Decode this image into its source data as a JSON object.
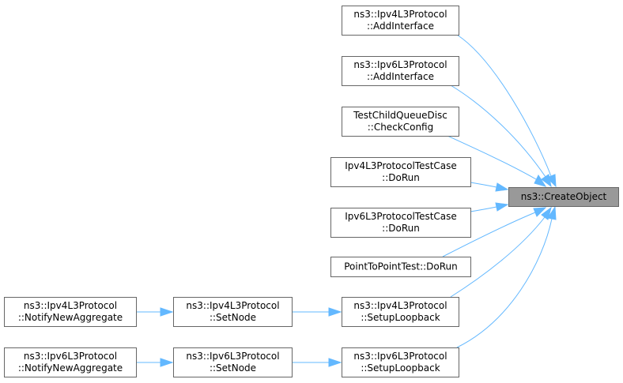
{
  "nodes": [
    {
      "id": "ipv4_addinterface",
      "lines": [
        "ns3::Ipv4L3Protocol",
        "::AddInterface"
      ]
    },
    {
      "id": "ipv6_addinterface",
      "lines": [
        "ns3::Ipv6L3Protocol",
        "::AddInterface"
      ]
    },
    {
      "id": "testchild_checkconfig",
      "lines": [
        "TestChildQueueDisc",
        "::CheckConfig"
      ]
    },
    {
      "id": "ipv4test_dorun",
      "lines": [
        "Ipv4L3ProtocolTestCase",
        "::DoRun"
      ]
    },
    {
      "id": "ipv6test_dorun",
      "lines": [
        "Ipv6L3ProtocolTestCase",
        "::DoRun"
      ]
    },
    {
      "id": "p2ptest_dorun",
      "lines": [
        "PointToPointTest::DoRun"
      ]
    },
    {
      "id": "ipv4_setuploopback",
      "lines": [
        "ns3::Ipv4L3Protocol",
        "::SetupLoopback"
      ]
    },
    {
      "id": "ipv6_setuploopback",
      "lines": [
        "ns3::Ipv6L3Protocol",
        "::SetupLoopback"
      ]
    },
    {
      "id": "ipv4_setnode",
      "lines": [
        "ns3::Ipv4L3Protocol",
        "::SetNode"
      ]
    },
    {
      "id": "ipv6_setnode",
      "lines": [
        "ns3::Ipv6L3Protocol",
        "::SetNode"
      ]
    },
    {
      "id": "ipv4_notify",
      "lines": [
        "ns3::Ipv4L3Protocol",
        "::NotifyNewAggregate"
      ]
    },
    {
      "id": "ipv6_notify",
      "lines": [
        "ns3::Ipv6L3Protocol",
        "::NotifyNewAggregate"
      ]
    },
    {
      "id": "createobject",
      "lines": [
        "ns3::CreateObject"
      ]
    }
  ],
  "edges": [
    {
      "from": "ipv4_addinterface",
      "to": "createobject"
    },
    {
      "from": "ipv6_addinterface",
      "to": "createobject"
    },
    {
      "from": "testchild_checkconfig",
      "to": "createobject"
    },
    {
      "from": "ipv4test_dorun",
      "to": "createobject"
    },
    {
      "from": "ipv6test_dorun",
      "to": "createobject"
    },
    {
      "from": "p2ptest_dorun",
      "to": "createobject"
    },
    {
      "from": "ipv4_setuploopback",
      "to": "createobject"
    },
    {
      "from": "ipv6_setuploopback",
      "to": "createobject"
    },
    {
      "from": "ipv4_setnode",
      "to": "ipv4_setuploopback"
    },
    {
      "from": "ipv6_setnode",
      "to": "ipv6_setuploopback"
    },
    {
      "from": "ipv4_notify",
      "to": "ipv4_setnode"
    },
    {
      "from": "ipv6_notify",
      "to": "ipv6_setnode"
    }
  ],
  "colors": {
    "edge": "#63b8ff",
    "node_border": "#666666",
    "focus_fill": "#999999"
  }
}
